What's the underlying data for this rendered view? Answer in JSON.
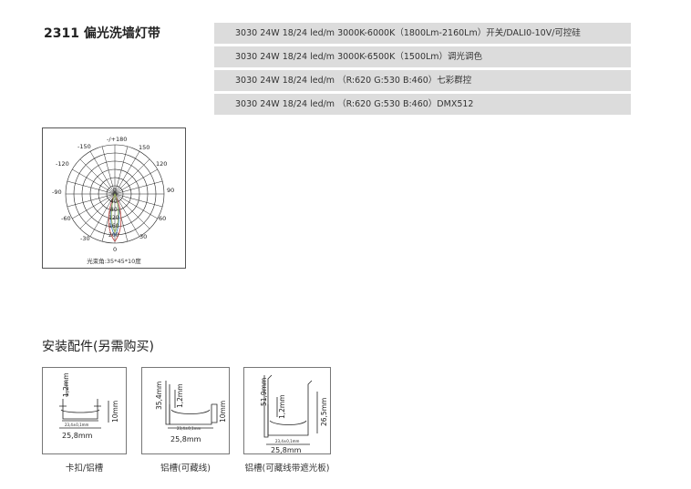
{
  "title": "2311 偏光洗墙灯带",
  "specs": [
    "3030  24W  18/24 led/m 3000K-6000K（1800Lm-2160Lm）开关/DALI0-10V/可控硅",
    "3030  24W  18/24 led/m 3000K-6500K（1500Lm）调光调色",
    "3030  24W  18/24 led/m  （R:620 G:530 B:460）七彩群控",
    "3030  24W  18/24 led/m  （R:620 G:530 B:460）DMX512"
  ],
  "polar": {
    "angle_labels": {
      "top": "-/+180",
      "tl150": "-150",
      "tr150": "150",
      "l120": "-120",
      "r120": "120",
      "l90": "-90",
      "r90": "90",
      "l60": "-60",
      "r60": "60",
      "l30": "-30",
      "r30": "30",
      "bottom": "0"
    },
    "radial_labels": [
      "0",
      "40",
      "80",
      "120",
      "160",
      "200"
    ],
    "caption": "光束角:35*45*10度",
    "curve_colors": [
      "#c0504d",
      "#4f81bd",
      "#9bbb59"
    ]
  },
  "accessories_title": "安装配件(另需购买)",
  "accessories": [
    {
      "caption": "卡扣/铝槽",
      "dims": {
        "top": "1,2mm",
        "right": "10mm",
        "inner": "23,4±0,1mm",
        "bottom": "25,8mm"
      }
    },
    {
      "caption": "铝槽(可藏线)",
      "dims": {
        "left": "35,4mm",
        "top": "1,2mm",
        "right": "10mm",
        "inner": "23,4±0,1mm",
        "bottom": "25,8mm"
      }
    },
    {
      "caption": "铝槽(可藏线带遮光板)",
      "dims": {
        "left": "51,9mm",
        "top": "1,2mm",
        "right": "26,5mm",
        "inner": "23,4±0,1mm",
        "bottom": "25,8mm"
      }
    }
  ]
}
